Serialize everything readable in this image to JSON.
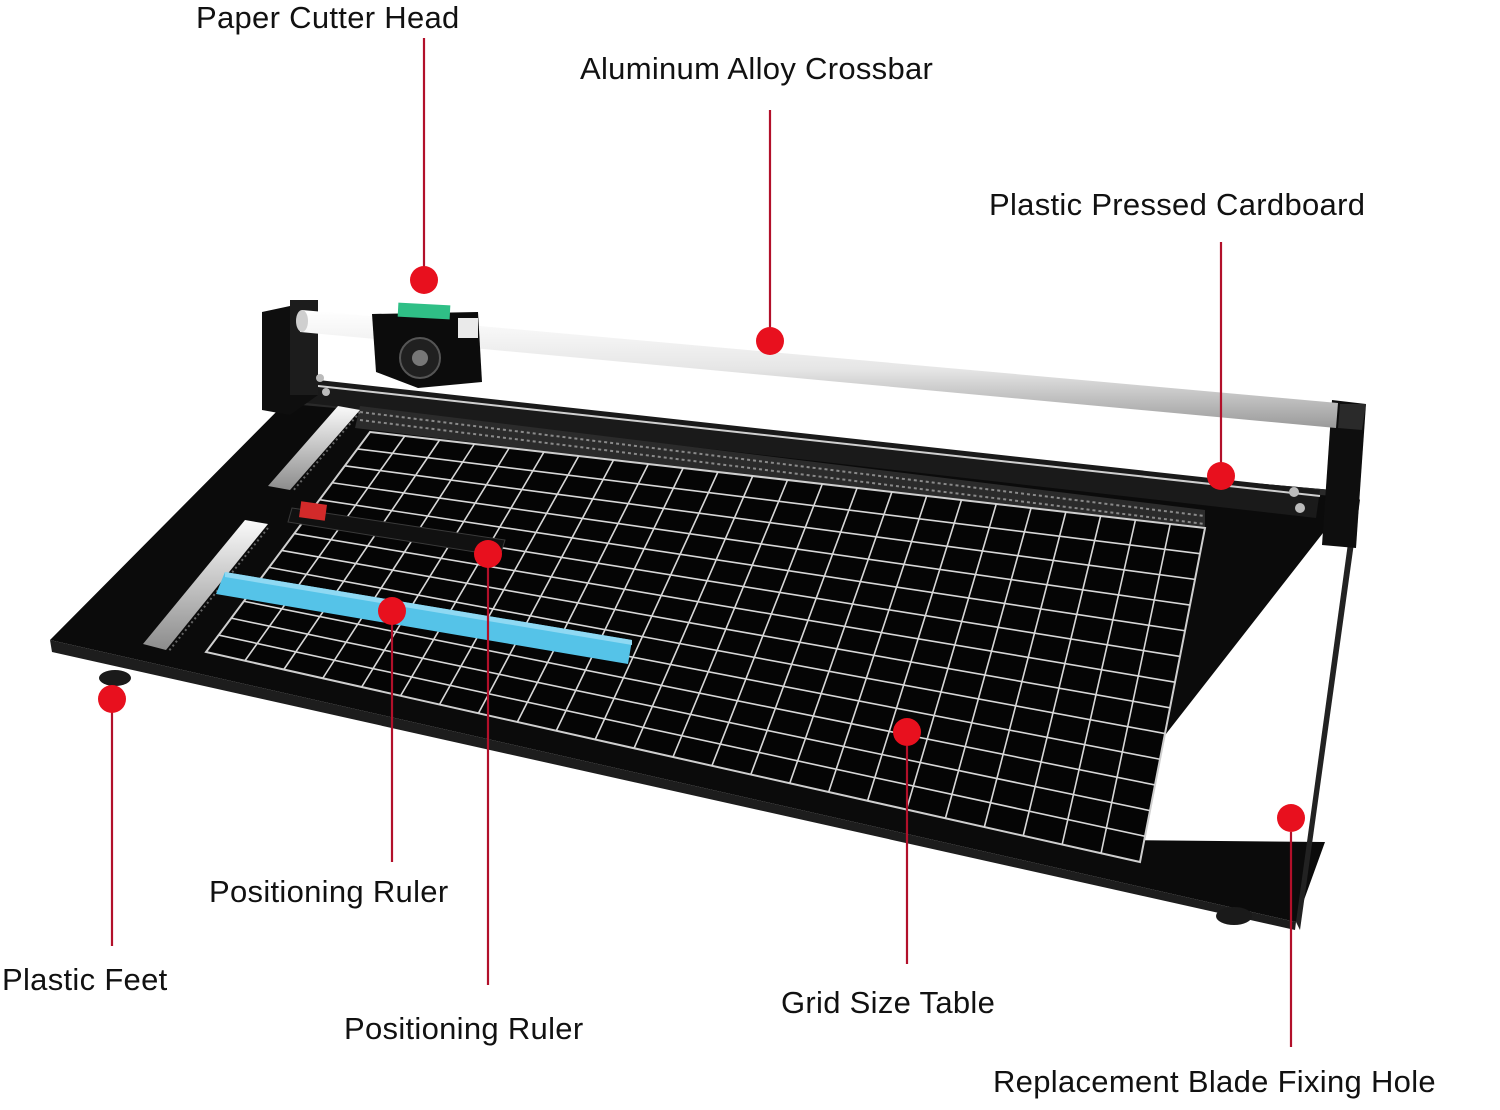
{
  "callouts": {
    "paper_cutter_head": "Paper Cutter Head",
    "aluminum_alloy_crossbar": "Aluminum Alloy Crossbar",
    "plastic_pressed_cardboard": "Plastic Pressed Cardboard",
    "positioning_ruler_1": "Positioning Ruler",
    "plastic_feet": "Plastic Feet",
    "positioning_ruler_2": "Positioning Ruler",
    "grid_size_table": "Grid Size Table",
    "replacement_blade_fixing_hole": "Replacement Blade Fixing Hole"
  },
  "colors": {
    "callout_dot": "#e8101e",
    "callout_line": "#b2102a",
    "base": "#0b0b0b",
    "grid_line": "#d8d8d8",
    "ruler_blue": "#55c3e8",
    "crossbar": "#e9e9e9"
  }
}
